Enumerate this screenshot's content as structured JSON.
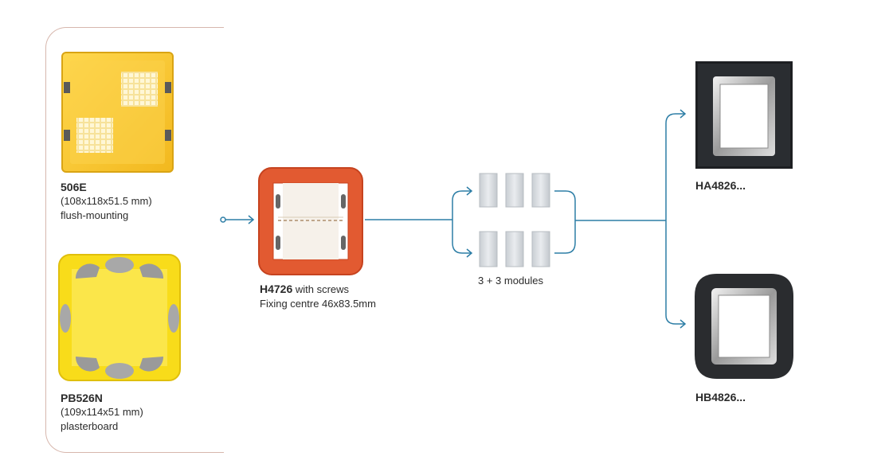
{
  "boxes": [
    {
      "code": "506E",
      "dims": "(108x118x51.5 mm)",
      "type": "flush-mounting"
    },
    {
      "code": "PB526N",
      "dims": "(109x114x51 mm)",
      "type": "plasterboard"
    }
  ],
  "frame": {
    "code": "H4726",
    "suffix": " with screws",
    "fixing": "Fixing centre 46x83.5mm"
  },
  "modules": {
    "caption": "3 + 3 modules"
  },
  "plates": [
    {
      "code": "HA4826..."
    },
    {
      "code": "HB4826..."
    }
  ],
  "colors": {
    "line": "#2d7ea6",
    "bracket": "#d7b7ad",
    "box_yellow": "#f5c42c",
    "frame_red": "#e0502e"
  }
}
